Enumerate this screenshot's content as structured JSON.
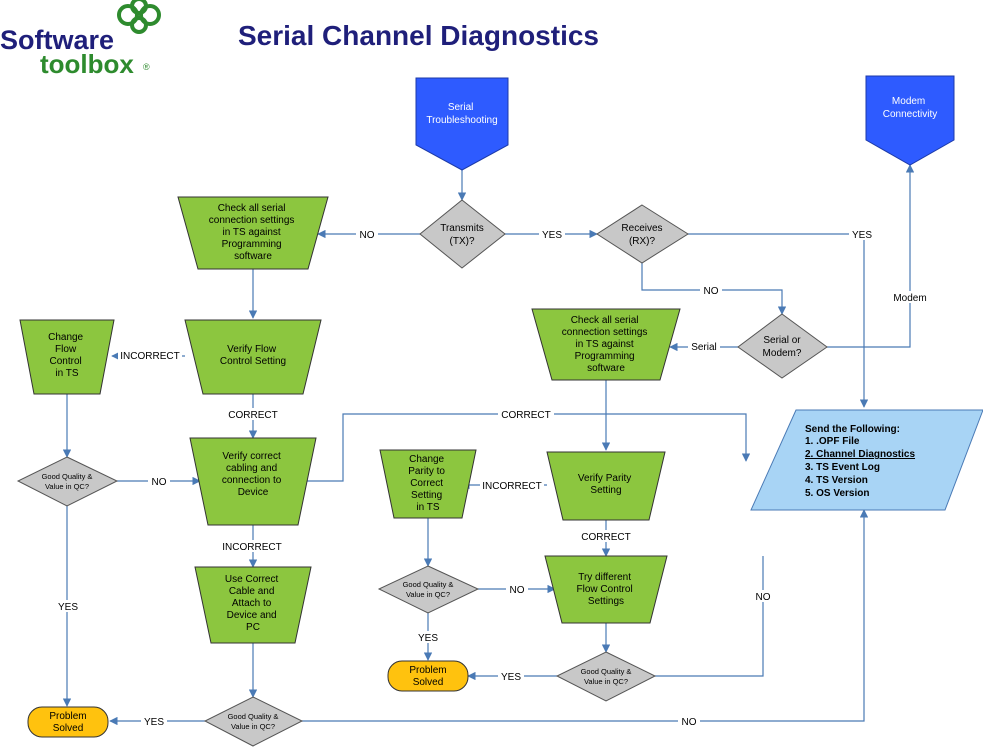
{
  "header": {
    "title": "Serial Channel Diagnostics",
    "logo_line1": "Software",
    "logo_line2": "toolbox",
    "logo_mark": "®"
  },
  "nodes": {
    "serial_troubleshooting": [
      "Serial",
      "Troubleshooting"
    ],
    "modem_connectivity": [
      "Modem",
      "Connectivity"
    ],
    "transmits": [
      "Transmits",
      "(TX)?"
    ],
    "receives": [
      "Receives",
      "(RX)?"
    ],
    "serial_or_modem": [
      "Serial or",
      "Modem?"
    ],
    "check_settings_left": [
      "Check all serial",
      "connection settings",
      "in TS against",
      "Programming",
      "software"
    ],
    "check_settings_right": [
      "Check all serial",
      "connection settings",
      "in TS against",
      "Programming",
      "software"
    ],
    "change_flow": [
      "Change",
      "Flow",
      "Control",
      "in TS"
    ],
    "verify_flow": [
      "Verify Flow",
      "Control Setting"
    ],
    "good_quality_1": [
      "Good Quality &",
      "Value in QC?"
    ],
    "verify_cabling": [
      "Verify correct",
      "cabling and",
      "connection to",
      "Device"
    ],
    "use_correct_cable": [
      "Use Correct",
      "Cable and",
      "Attach to",
      "Device and",
      "PC"
    ],
    "good_quality_bottom": [
      "Good Quality &",
      "Value in QC?"
    ],
    "problem_solved_left": [
      "Problem",
      "Solved"
    ],
    "change_parity": [
      "Change",
      "Parity to",
      "Correct",
      "Setting",
      "in TS"
    ],
    "verify_parity": [
      "Verify Parity",
      "Setting"
    ],
    "good_quality_parity": [
      "Good Quality &",
      "Value in QC?"
    ],
    "try_flow": [
      "Try different",
      "Flow Control",
      "Settings"
    ],
    "problem_solved_mid": [
      "Problem",
      "Solved"
    ],
    "good_quality_right": [
      "Good Quality &",
      "Value in QC?"
    ]
  },
  "send": {
    "title": "Send the Following:",
    "items": [
      "1. .OPF File",
      "2. Channel Diagnostics",
      "3. TS Event Log",
      "4. TS Version",
      "5. OS Version"
    ]
  },
  "edges": {
    "no_tx": "NO",
    "yes_tx": "YES",
    "yes_rx": "YES",
    "no_rx": "NO",
    "modem": "Modem",
    "serial": "Serial",
    "incorrect_flow": "INCORRECT",
    "correct_flow": "CORRECT",
    "no_gq1": "NO",
    "correct_top": "CORRECT",
    "incorrect_cabling": "INCORRECT",
    "yes_gq1": "YES",
    "incorrect_parity": "INCORRECT",
    "correct_parity": "CORRECT",
    "yes_gqp": "YES",
    "no_gqp": "NO",
    "no_right": "NO",
    "yes_right": "YES",
    "yes_bottom": "YES",
    "no_bottom": "NO"
  },
  "colors": {
    "blue_node": "#2e5bff",
    "green_node": "#8cc63f",
    "diamond": "#c8c8c8",
    "problem_solved": "#ffc20e",
    "send_box": "#a8d4f5",
    "line": "#4a7ab5",
    "title": "#1f1f7a"
  }
}
